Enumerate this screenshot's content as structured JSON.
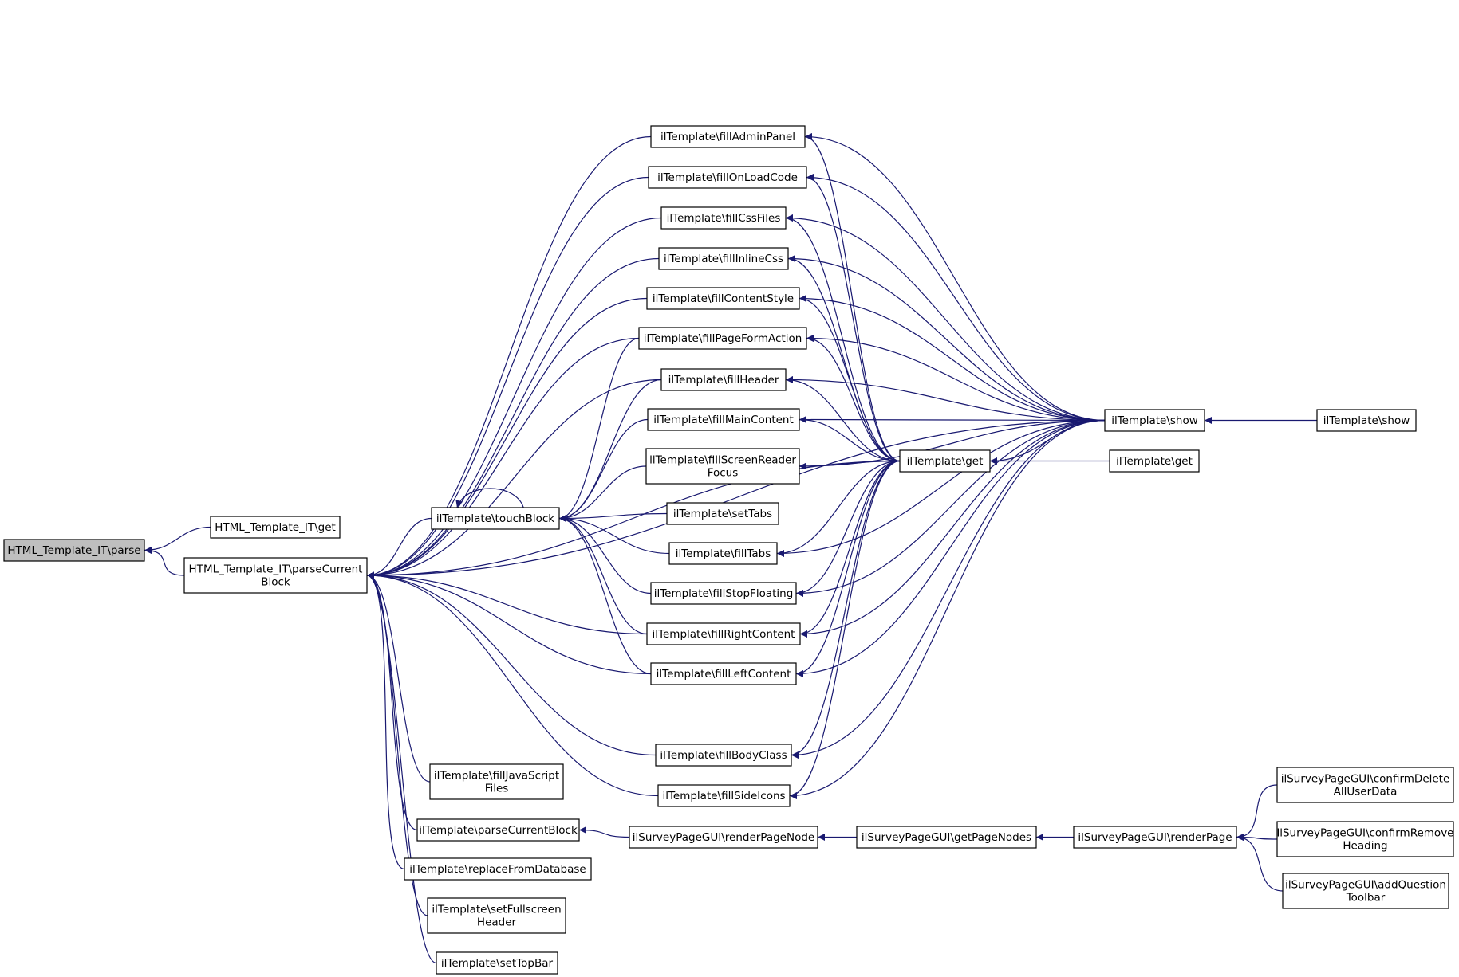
{
  "graph": {
    "colors": {
      "edge": "#191970",
      "node_border": "#000000",
      "root_fill": "#bfbfbf",
      "node_fill": "#ffffff"
    },
    "nodes": [
      {
        "id": "parse",
        "lines": [
          "HTML_Template_IT\\parse"
        ],
        "root": true
      },
      {
        "id": "it_get",
        "lines": [
          "HTML_Template_IT\\get"
        ]
      },
      {
        "id": "pcb",
        "lines": [
          "HTML_Template_IT\\parseCurrent",
          "Block"
        ]
      },
      {
        "id": "touchBlock",
        "lines": [
          "ilTemplate\\touchBlock"
        ]
      },
      {
        "id": "fillAdminPanel",
        "lines": [
          "ilTemplate\\fillAdminPanel"
        ]
      },
      {
        "id": "fillOnLoadCode",
        "lines": [
          "ilTemplate\\fillOnLoadCode"
        ]
      },
      {
        "id": "fillCssFiles",
        "lines": [
          "ilTemplate\\fillCssFiles"
        ]
      },
      {
        "id": "fillInlineCss",
        "lines": [
          "ilTemplate\\fillInlineCss"
        ]
      },
      {
        "id": "fillContentStyle",
        "lines": [
          "ilTemplate\\fillContentStyle"
        ]
      },
      {
        "id": "fillPageFormAction",
        "lines": [
          "ilTemplate\\fillPageFormAction"
        ]
      },
      {
        "id": "fillHeader",
        "lines": [
          "ilTemplate\\fillHeader"
        ]
      },
      {
        "id": "fillMainContent",
        "lines": [
          "ilTemplate\\fillMainContent"
        ]
      },
      {
        "id": "fillScreenReaderFocus",
        "lines": [
          "ilTemplate\\fillScreenReader",
          "Focus"
        ]
      },
      {
        "id": "setTabs",
        "lines": [
          "ilTemplate\\setTabs"
        ]
      },
      {
        "id": "fillTabs",
        "lines": [
          "ilTemplate\\fillTabs"
        ]
      },
      {
        "id": "fillStopFloating",
        "lines": [
          "ilTemplate\\fillStopFloating"
        ]
      },
      {
        "id": "fillRightContent",
        "lines": [
          "ilTemplate\\fillRightContent"
        ]
      },
      {
        "id": "fillLeftContent",
        "lines": [
          "ilTemplate\\fillLeftContent"
        ]
      },
      {
        "id": "fillBodyClass",
        "lines": [
          "ilTemplate\\fillBodyClass"
        ]
      },
      {
        "id": "fillSideIcons",
        "lines": [
          "ilTemplate\\fillSideIcons"
        ]
      },
      {
        "id": "fillJavaScriptFiles",
        "lines": [
          "ilTemplate\\fillJavaScript",
          "Files"
        ]
      },
      {
        "id": "il_parseCurrentBlock",
        "lines": [
          "ilTemplate\\parseCurrentBlock"
        ]
      },
      {
        "id": "replaceFromDatabase",
        "lines": [
          "ilTemplate\\replaceFromDatabase"
        ]
      },
      {
        "id": "setFullscreenHeader",
        "lines": [
          "ilTemplate\\setFullscreen",
          "Header"
        ]
      },
      {
        "id": "setTopBar",
        "lines": [
          "ilTemplate\\setTopBar"
        ]
      },
      {
        "id": "il_get",
        "lines": [
          "ilTemplate\\get"
        ]
      },
      {
        "id": "il_show",
        "lines": [
          "ilTemplate\\show"
        ]
      },
      {
        "id": "show2",
        "lines": [
          "ilTemplate\\show"
        ]
      },
      {
        "id": "get2",
        "lines": [
          "ilTemplate\\get"
        ]
      },
      {
        "id": "renderPageNode",
        "lines": [
          "ilSurveyPageGUI\\renderPageNode"
        ]
      },
      {
        "id": "getPageNodes",
        "lines": [
          "ilSurveyPageGUI\\getPageNodes"
        ]
      },
      {
        "id": "renderPage",
        "lines": [
          "ilSurveyPageGUI\\renderPage"
        ]
      },
      {
        "id": "confirmDelete",
        "lines": [
          "ilSurveyPageGUI\\confirmDelete",
          "AllUserData"
        ]
      },
      {
        "id": "confirmRemove",
        "lines": [
          "ilSurveyPageGUI\\confirmRemove",
          "Heading"
        ]
      },
      {
        "id": "addQuestion",
        "lines": [
          "ilSurveyPageGUI\\addQuestion",
          "Toolbar"
        ]
      }
    ],
    "edges": [
      [
        "parse",
        "it_get"
      ],
      [
        "parse",
        "pcb"
      ],
      [
        "pcb",
        "touchBlock"
      ],
      [
        "pcb",
        "fillAdminPanel"
      ],
      [
        "pcb",
        "fillOnLoadCode"
      ],
      [
        "pcb",
        "fillCssFiles"
      ],
      [
        "pcb",
        "fillInlineCss"
      ],
      [
        "pcb",
        "fillContentStyle"
      ],
      [
        "pcb",
        "fillPageFormAction"
      ],
      [
        "pcb",
        "fillHeader"
      ],
      [
        "pcb",
        "fillRightContent"
      ],
      [
        "pcb",
        "fillLeftContent"
      ],
      [
        "pcb",
        "fillBodyClass"
      ],
      [
        "pcb",
        "fillSideIcons"
      ],
      [
        "pcb",
        "fillJavaScriptFiles"
      ],
      [
        "pcb",
        "il_parseCurrentBlock"
      ],
      [
        "pcb",
        "replaceFromDatabase"
      ],
      [
        "pcb",
        "setFullscreenHeader"
      ],
      [
        "pcb",
        "setTopBar"
      ],
      [
        "pcb",
        "il_get"
      ],
      [
        "pcb",
        "il_show"
      ],
      [
        "touchBlock",
        "touchBlock"
      ],
      [
        "touchBlock",
        "fillPageFormAction"
      ],
      [
        "touchBlock",
        "fillHeader"
      ],
      [
        "touchBlock",
        "fillMainContent"
      ],
      [
        "touchBlock",
        "fillScreenReaderFocus"
      ],
      [
        "touchBlock",
        "setTabs"
      ],
      [
        "touchBlock",
        "fillTabs"
      ],
      [
        "touchBlock",
        "fillStopFloating"
      ],
      [
        "touchBlock",
        "fillRightContent"
      ],
      [
        "touchBlock",
        "fillLeftContent"
      ],
      [
        "fillAdminPanel",
        "il_get"
      ],
      [
        "fillAdminPanel",
        "il_show"
      ],
      [
        "fillOnLoadCode",
        "il_get"
      ],
      [
        "fillOnLoadCode",
        "il_show"
      ],
      [
        "fillCssFiles",
        "il_get"
      ],
      [
        "fillCssFiles",
        "il_show"
      ],
      [
        "fillInlineCss",
        "il_get"
      ],
      [
        "fillInlineCss",
        "il_show"
      ],
      [
        "fillContentStyle",
        "il_get"
      ],
      [
        "fillContentStyle",
        "il_show"
      ],
      [
        "fillPageFormAction",
        "il_get"
      ],
      [
        "fillPageFormAction",
        "il_show"
      ],
      [
        "fillHeader",
        "il_get"
      ],
      [
        "fillHeader",
        "il_show"
      ],
      [
        "fillMainContent",
        "il_get"
      ],
      [
        "fillMainContent",
        "il_show"
      ],
      [
        "fillScreenReaderFocus",
        "il_get"
      ],
      [
        "fillScreenReaderFocus",
        "il_show"
      ],
      [
        "fillTabs",
        "il_get"
      ],
      [
        "fillTabs",
        "il_show"
      ],
      [
        "fillStopFloating",
        "il_get"
      ],
      [
        "fillStopFloating",
        "il_show"
      ],
      [
        "fillRightContent",
        "il_get"
      ],
      [
        "fillRightContent",
        "il_show"
      ],
      [
        "fillLeftContent",
        "il_get"
      ],
      [
        "fillLeftContent",
        "il_show"
      ],
      [
        "fillBodyClass",
        "il_get"
      ],
      [
        "fillBodyClass",
        "il_show"
      ],
      [
        "fillSideIcons",
        "il_get"
      ],
      [
        "fillSideIcons",
        "il_show"
      ],
      [
        "il_get",
        "il_show"
      ],
      [
        "il_get",
        "get2"
      ],
      [
        "il_show",
        "show2"
      ],
      [
        "il_parseCurrentBlock",
        "renderPageNode"
      ],
      [
        "renderPageNode",
        "getPageNodes"
      ],
      [
        "getPageNodes",
        "renderPage"
      ],
      [
        "renderPage",
        "confirmDelete"
      ],
      [
        "renderPage",
        "confirmRemove"
      ],
      [
        "renderPage",
        "addQuestion"
      ]
    ]
  }
}
